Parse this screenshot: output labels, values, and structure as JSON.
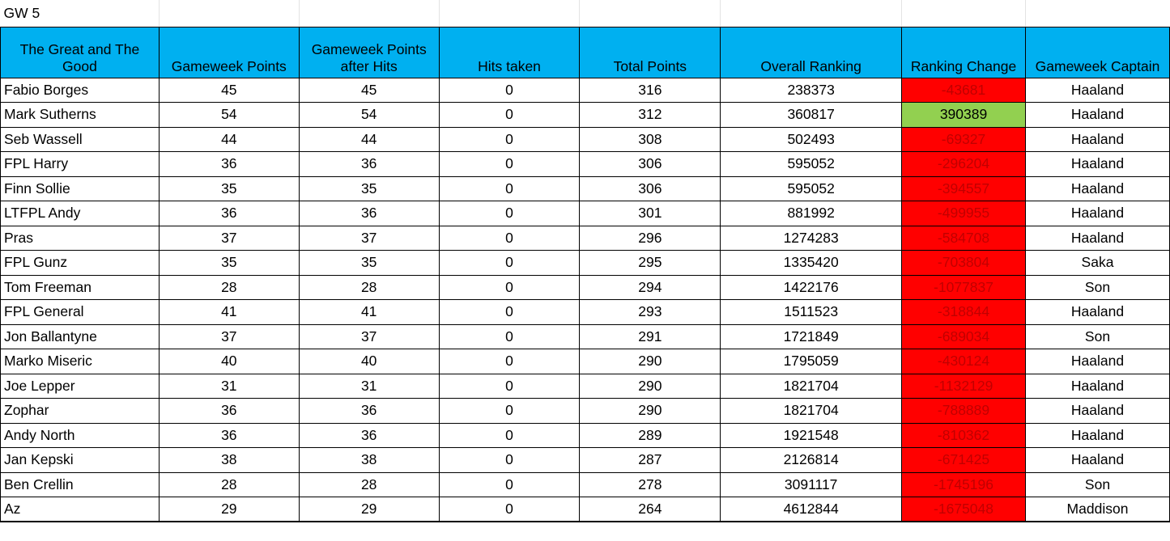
{
  "sheet": {
    "gameweek_label": "GW 5",
    "headers": {
      "name": "The Great and The Good",
      "gameweek_points": "Gameweek Points",
      "points_after_hits": "Gameweek Points after Hits",
      "hits_taken": "Hits taken",
      "total_points": "Total Points",
      "overall_ranking": "Overall Ranking",
      "ranking_change": "Ranking Change",
      "captain": "Gameweek Captain"
    },
    "colors": {
      "header_bg": "#00b0f0",
      "negative_change_bg": "#ff0000",
      "negative_change_text": "#c00000",
      "positive_change_bg": "#92d050"
    },
    "rows": [
      {
        "name": "Fabio Borges",
        "gw_points": "45",
        "after_hits": "45",
        "hits": "0",
        "total": "316",
        "ranking": "238373",
        "change": "-43681",
        "captain": "Haaland",
        "trend": "down"
      },
      {
        "name": "Mark Sutherns",
        "gw_points": "54",
        "after_hits": "54",
        "hits": "0",
        "total": "312",
        "ranking": "360817",
        "change": "390389",
        "captain": "Haaland",
        "trend": "up"
      },
      {
        "name": "Seb Wassell",
        "gw_points": "44",
        "after_hits": "44",
        "hits": "0",
        "total": "308",
        "ranking": "502493",
        "change": "-69327",
        "captain": "Haaland",
        "trend": "down"
      },
      {
        "name": "FPL Harry",
        "gw_points": "36",
        "after_hits": "36",
        "hits": "0",
        "total": "306",
        "ranking": "595052",
        "change": "-296204",
        "captain": "Haaland",
        "trend": "down"
      },
      {
        "name": "Finn Sollie",
        "gw_points": "35",
        "after_hits": "35",
        "hits": "0",
        "total": "306",
        "ranking": "595052",
        "change": "-394557",
        "captain": "Haaland",
        "trend": "down"
      },
      {
        "name": "LTFPL Andy",
        "gw_points": "36",
        "after_hits": "36",
        "hits": "0",
        "total": "301",
        "ranking": "881992",
        "change": "-499955",
        "captain": "Haaland",
        "trend": "down"
      },
      {
        "name": "Pras",
        "gw_points": "37",
        "after_hits": "37",
        "hits": "0",
        "total": "296",
        "ranking": "1274283",
        "change": "-584708",
        "captain": "Haaland",
        "trend": "down"
      },
      {
        "name": "FPL Gunz",
        "gw_points": "35",
        "after_hits": "35",
        "hits": "0",
        "total": "295",
        "ranking": "1335420",
        "change": "-703804",
        "captain": "Saka",
        "trend": "down"
      },
      {
        "name": "Tom Freeman",
        "gw_points": "28",
        "after_hits": "28",
        "hits": "0",
        "total": "294",
        "ranking": "1422176",
        "change": "-1077837",
        "captain": "Son",
        "trend": "down"
      },
      {
        "name": "FPL General",
        "gw_points": "41",
        "after_hits": "41",
        "hits": "0",
        "total": "293",
        "ranking": "1511523",
        "change": "-318844",
        "captain": "Haaland",
        "trend": "down"
      },
      {
        "name": "Jon Ballantyne",
        "gw_points": "37",
        "after_hits": "37",
        "hits": "0",
        "total": "291",
        "ranking": "1721849",
        "change": "-689034",
        "captain": "Son",
        "trend": "down"
      },
      {
        "name": "Marko Miseric",
        "gw_points": "40",
        "after_hits": "40",
        "hits": "0",
        "total": "290",
        "ranking": "1795059",
        "change": "-430124",
        "captain": "Haaland",
        "trend": "down"
      },
      {
        "name": "Joe Lepper",
        "gw_points": "31",
        "after_hits": "31",
        "hits": "0",
        "total": "290",
        "ranking": "1821704",
        "change": "-1132129",
        "captain": "Haaland",
        "trend": "down"
      },
      {
        "name": "Zophar",
        "gw_points": "36",
        "after_hits": "36",
        "hits": "0",
        "total": "290",
        "ranking": "1821704",
        "change": "-788889",
        "captain": "Haaland",
        "trend": "down"
      },
      {
        "name": "Andy North",
        "gw_points": "36",
        "after_hits": "36",
        "hits": "0",
        "total": "289",
        "ranking": "1921548",
        "change": "-810362",
        "captain": "Haaland",
        "trend": "down"
      },
      {
        "name": "Jan Kepski",
        "gw_points": "38",
        "after_hits": "38",
        "hits": "0",
        "total": "287",
        "ranking": "2126814",
        "change": "-671425",
        "captain": "Haaland",
        "trend": "down"
      },
      {
        "name": "Ben Crellin",
        "gw_points": "28",
        "after_hits": "28",
        "hits": "0",
        "total": "278",
        "ranking": "3091117",
        "change": "-1745196",
        "captain": "Son",
        "trend": "down"
      },
      {
        "name": "Az",
        "gw_points": "29",
        "after_hits": "29",
        "hits": "0",
        "total": "264",
        "ranking": "4612844",
        "change": "-1675048",
        "captain": "Maddison",
        "trend": "down"
      }
    ]
  }
}
